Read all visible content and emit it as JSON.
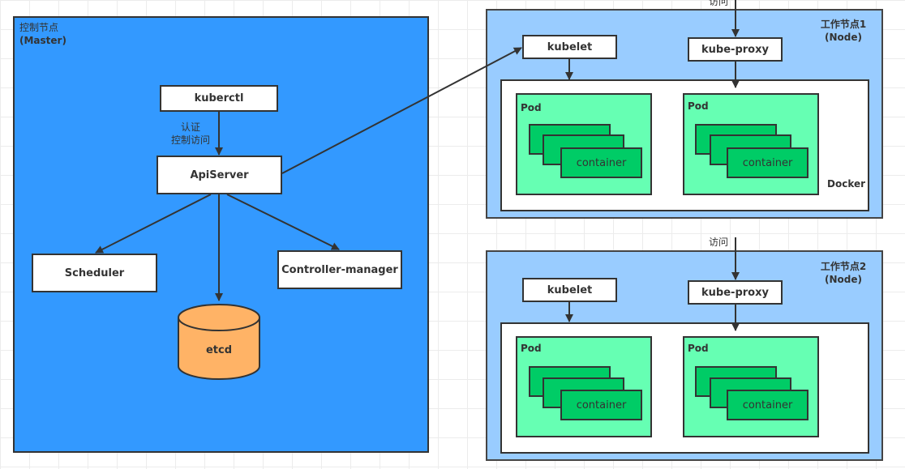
{
  "master": {
    "title": "控制节点",
    "subtitle": "(Master)",
    "kubectl": "kuberctl",
    "edge_label_1": "认证",
    "edge_label_2": "控制访问",
    "apiserver": "ApiServer",
    "scheduler": "Scheduler",
    "controller": "Controller-manager",
    "etcd": "etcd"
  },
  "nodes": [
    {
      "title": "工作节点1",
      "subtitle": "(Node)",
      "access_label": "访问",
      "kubelet": "kubelet",
      "kube_proxy": "kube-proxy",
      "docker": "Docker",
      "pods": [
        {
          "label": "Pod",
          "container": "container"
        },
        {
          "label": "Pod",
          "container": "container"
        }
      ]
    },
    {
      "title": "工作节点2",
      "subtitle": "(Node)",
      "access_label": "访问",
      "kubelet": "kubelet",
      "kube_proxy": "kube-proxy",
      "docker": "",
      "pods": [
        {
          "label": "Pod",
          "container": "container"
        },
        {
          "label": "Pod",
          "container": "container"
        }
      ]
    }
  ],
  "colors": {
    "master": "#3399ff",
    "node": "#99ccff",
    "pod": "#66ffb3",
    "container": "#00cc66",
    "etcd": "#ffb366"
  }
}
